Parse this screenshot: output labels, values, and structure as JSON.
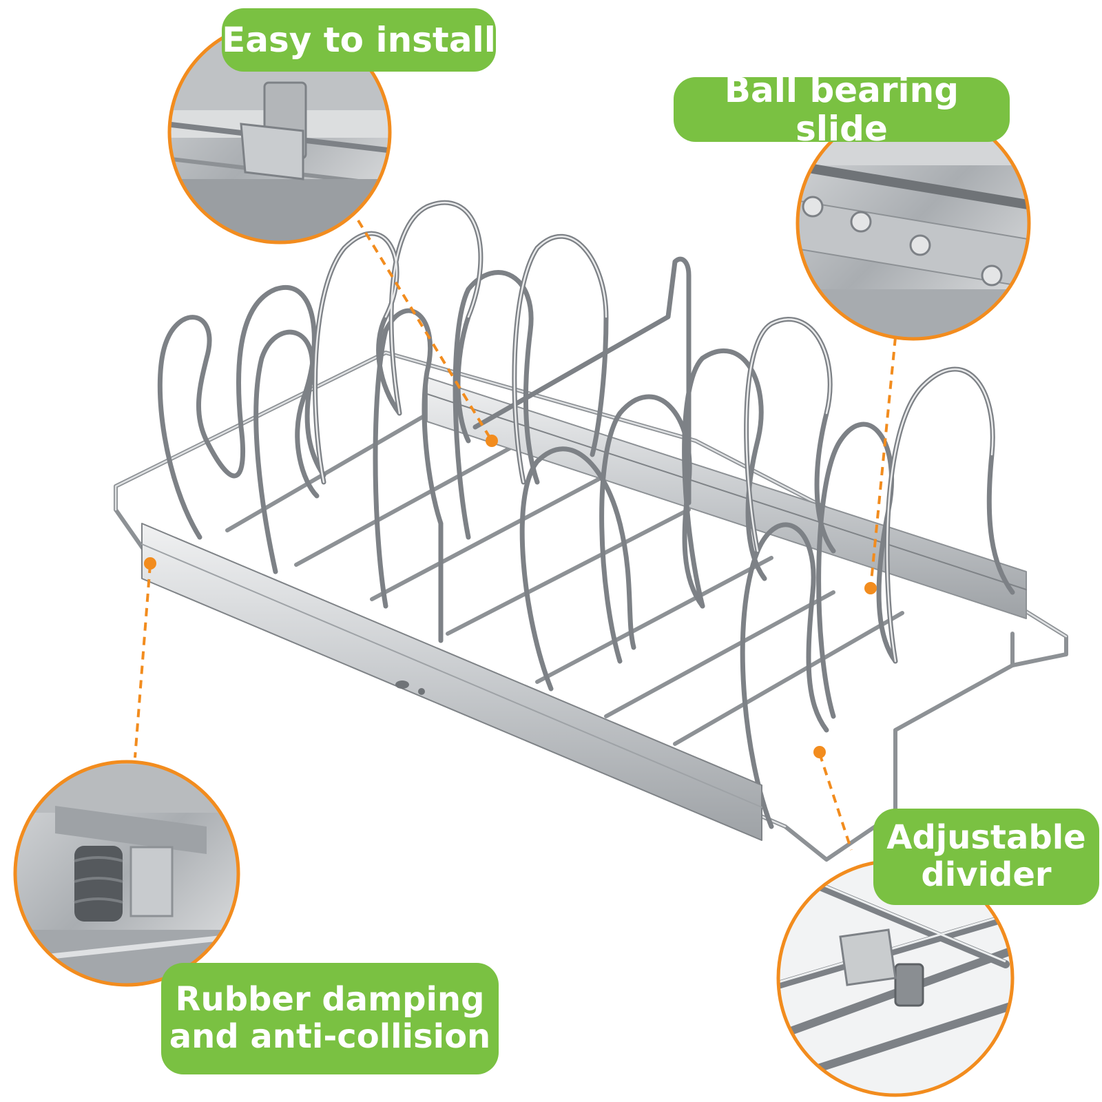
{
  "image": {
    "subject": "pull-out pot lid organizer rack",
    "accent_color": "#7ac142",
    "callout_ring_color": "#f28c1e",
    "metal_color": "#b9bcbf"
  },
  "callouts": {
    "easy_install": "Easy to install",
    "ball_bearing": "Ball bearing slide",
    "adjustable_divider": "Adjustable\ndivider",
    "rubber_damping": "Rubber damping\nand anti-collision"
  }
}
